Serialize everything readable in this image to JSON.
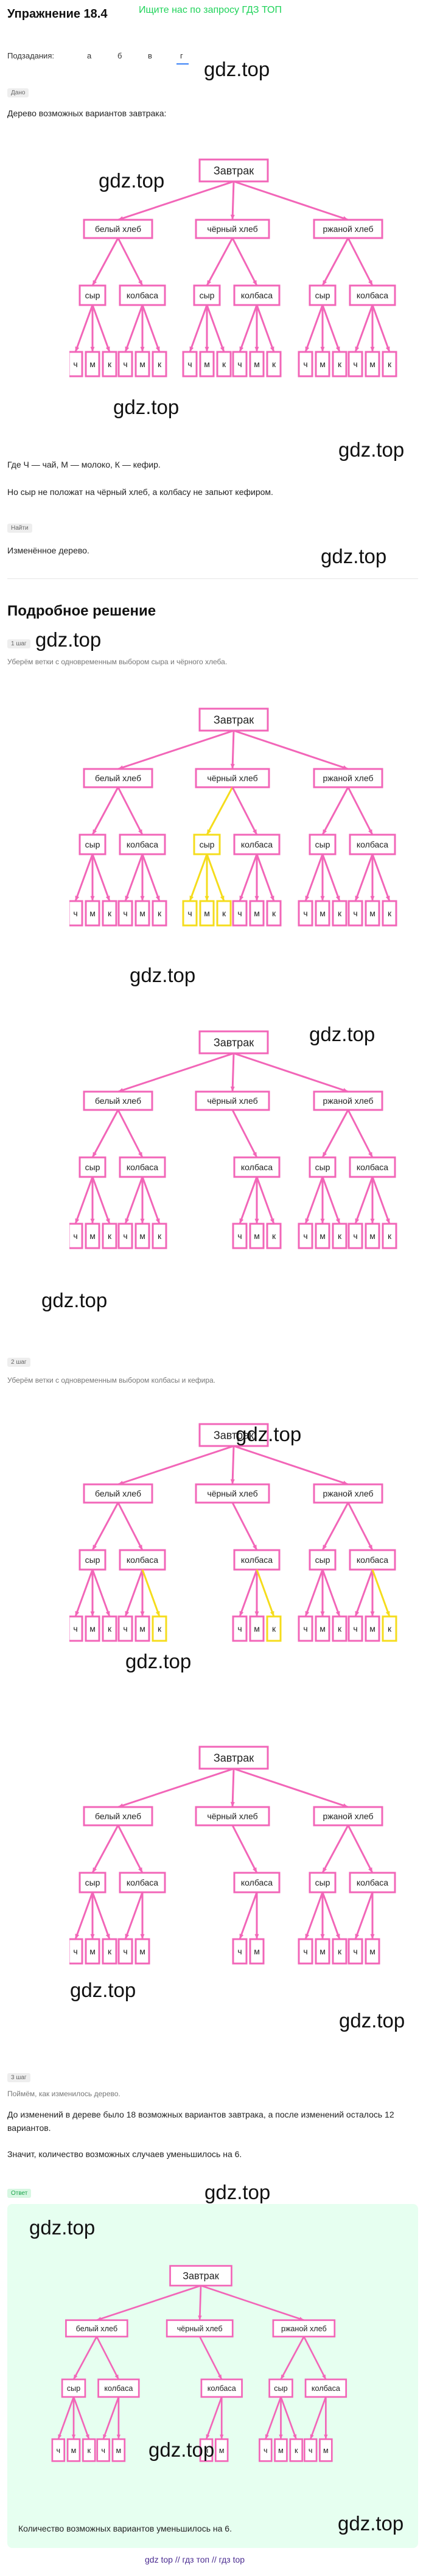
{
  "header": {
    "title": "Упражнение 18.4",
    "search_link": "Ищите нас по запросу ГДЗ ТОП",
    "subtasks_label": "Подзадания:",
    "subtasks": [
      "а",
      "б",
      "в",
      "г"
    ]
  },
  "given": {
    "badge": "Дано",
    "text": "Дерево возможных вариантов завтрака:",
    "legend": "Где Ч — чай, М — молоко, К — кефир.",
    "condition": "Но сыр не положат на чёрный хлеб, а колбасу не запьют кефиром."
  },
  "find": {
    "badge": "Найти",
    "text": "Изменённое дерево."
  },
  "solution": {
    "heading": "Подробное решение",
    "step1_badge": "1 шаг",
    "step1_text": "Уберём ветки с одновременным выбором сыра и чёрного хлеба.",
    "step2_badge": "2 шаг",
    "step2_text": "Уберём ветки с одновременным выбором колбасы и кефира.",
    "step3_badge": "3 шаг",
    "step3_text": "Поймём, как изменилось дерево.",
    "conclusion_1": "До изменений в дереве было 18 возможных вариантов завтрака, а после изменений осталось 12 вариантов.",
    "conclusion_2": "Значит, количество возможных случаев уменьшилось на 6."
  },
  "answer": {
    "badge": "Ответ",
    "text": "Количество возможных вариантов уменьшилось на 6."
  },
  "tree_labels": {
    "root": "Завтрак",
    "breads": [
      "белый хлеб",
      "чёрный хлеб",
      "ржаной хлеб"
    ],
    "fillings": [
      "сыр",
      "колбаса"
    ],
    "drinks": [
      "ч",
      "м",
      "к"
    ]
  },
  "watermark": "gdz.top",
  "footer": {
    "links": [
      "gdz top",
      "//",
      "гдз топ",
      "//",
      "гдз top"
    ]
  },
  "colors": {
    "tree_pink": "#f266b8",
    "removed_yellow": "#f5dc1c",
    "search_green": "#1fd35a",
    "answer_bg": "#e6fff0",
    "tab_underline": "#3a82f7",
    "footer_purple": "#4a2b90"
  }
}
